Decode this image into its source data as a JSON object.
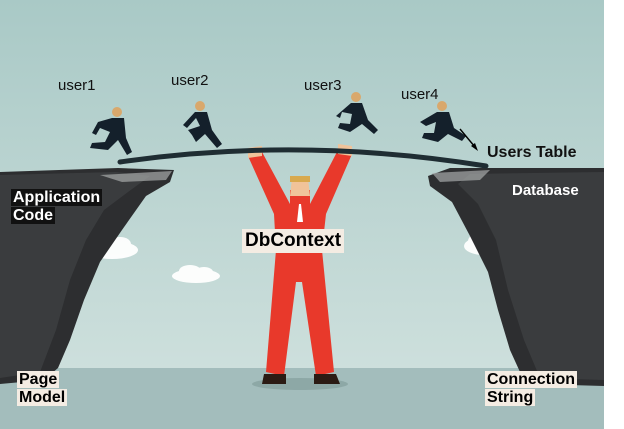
{
  "users": [
    "user1",
    "user2",
    "user3",
    "user4"
  ],
  "labels": {
    "users_table": "Users Table",
    "database": "Database",
    "application_code_line1": "Application",
    "application_code_line2": "Code",
    "dbcontext": "DbContext",
    "page_model_line1": "Page",
    "page_model_line2": "Model",
    "connection_string_line1": "Connection",
    "connection_string_line2": "String"
  },
  "colors": {
    "sky_top": "#a9c9c6",
    "sky_bottom": "#cfe0dd",
    "ground": "#9fb9b8",
    "cliff": "#2d2e30",
    "figure_red": "#e8392b",
    "runner": "#14202b",
    "bridge": "#1f2d33"
  }
}
